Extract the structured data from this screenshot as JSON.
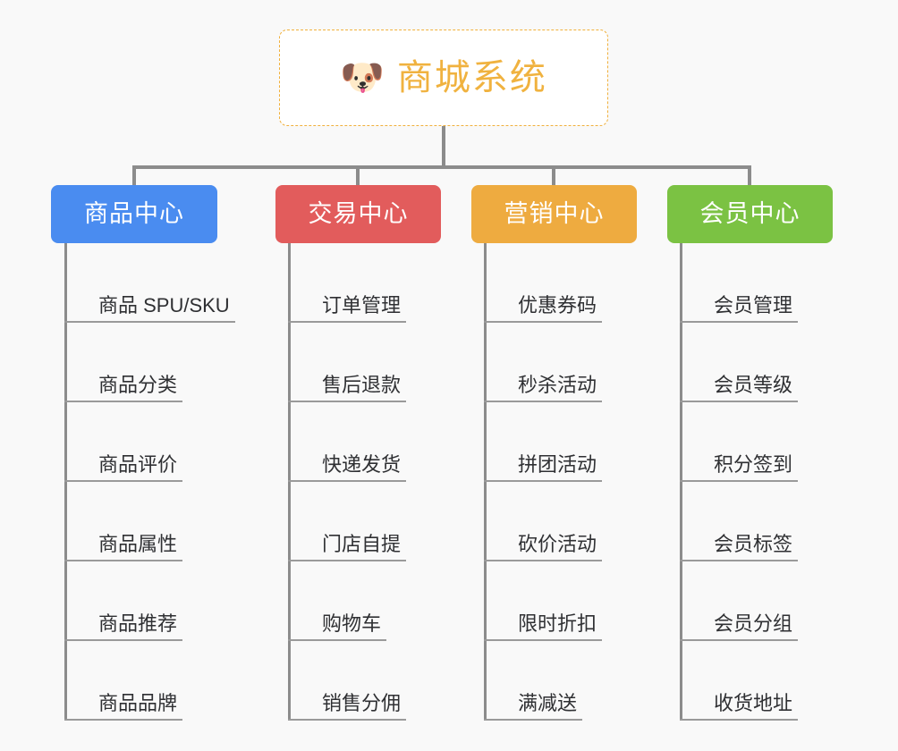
{
  "canvas": {
    "background": "#f9f9f9",
    "line_color": "#8c8c8c",
    "leaf_line_color": "#9a9a9a",
    "leaf_text_color": "#2f3033"
  },
  "root": {
    "icon": "🐶",
    "icon_name": "shiba-dog-face-icon",
    "title": "商城系统",
    "text_color": "#f0b23f",
    "border_color": "#f0b03c",
    "background": "#ffffff"
  },
  "branches": [
    {
      "id": "product-center",
      "label": "商品中心",
      "color": "#4a8cf0",
      "items": [
        "商品 SPU/SKU",
        "商品分类",
        "商品评价",
        "商品属性",
        "商品推荐",
        "商品品牌"
      ]
    },
    {
      "id": "trade-center",
      "label": "交易中心",
      "color": "#e25c5c",
      "items": [
        "订单管理",
        "售后退款",
        "快递发货",
        "门店自提",
        "购物车",
        "销售分佣"
      ]
    },
    {
      "id": "marketing-center",
      "label": "营销中心",
      "color": "#eeab40",
      "items": [
        "优惠券码",
        "秒杀活动",
        "拼团活动",
        "砍价活动",
        "限时折扣",
        "满减送"
      ]
    },
    {
      "id": "member-center",
      "label": "会员中心",
      "color": "#7bc243",
      "items": [
        "会员管理",
        "会员等级",
        "积分签到",
        "会员标签",
        "会员分组",
        "收货地址"
      ]
    }
  ]
}
